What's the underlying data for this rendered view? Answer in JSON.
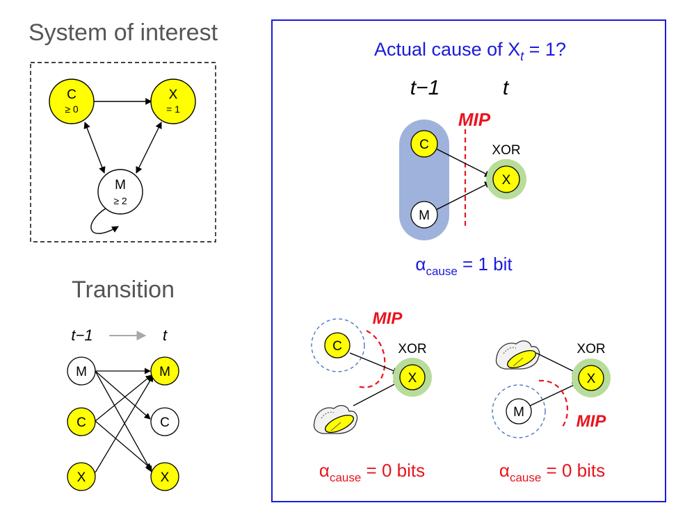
{
  "left": {
    "system_title": "System of interest",
    "system_nodes": {
      "c": {
        "name": "C",
        "state": "≥ 0"
      },
      "x": {
        "name": "X",
        "state": "= 1"
      },
      "m": {
        "name": "M",
        "state": "≥ 2"
      }
    },
    "transition_title": "Transition",
    "transition": {
      "t_prev": "t−1",
      "t_now": "t",
      "left_nodes": [
        "M",
        "C",
        "X"
      ],
      "right_nodes": [
        "M",
        "C",
        "X"
      ]
    }
  },
  "panel": {
    "question_prefix": "Actual cause of X",
    "question_sub": "t",
    "question_suffix": " = 1?",
    "top": {
      "t_prev": "t−1",
      "t_now": "t",
      "mip": "MIP",
      "gate": "XOR",
      "nodes": {
        "c": "C",
        "m": "M",
        "x": "X"
      },
      "alpha_symbol": "α",
      "alpha_sub": "cause",
      "alpha_value": " = 1 bit"
    },
    "bottom_left": {
      "mip": "MIP",
      "gate": "XOR",
      "nodes": {
        "c": "C",
        "x": "X"
      },
      "alpha_symbol": "α",
      "alpha_sub": "cause",
      "alpha_value": " = 0 bits"
    },
    "bottom_right": {
      "mip": "MIP",
      "gate": "XOR",
      "nodes": {
        "m": "M",
        "x": "X"
      },
      "alpha_symbol": "α",
      "alpha_sub": "cause",
      "alpha_value": " = 0 bits"
    }
  },
  "colors": {
    "active_yellow": "#ffff00",
    "panel_blue": "#1a1adb",
    "mip_red": "#e8141e",
    "halo_green": "#b8dc9a",
    "pill_blue": "#9eb2dc",
    "dash_blue": "#4a78c0",
    "arrow_gray": "#a8a8a8"
  }
}
